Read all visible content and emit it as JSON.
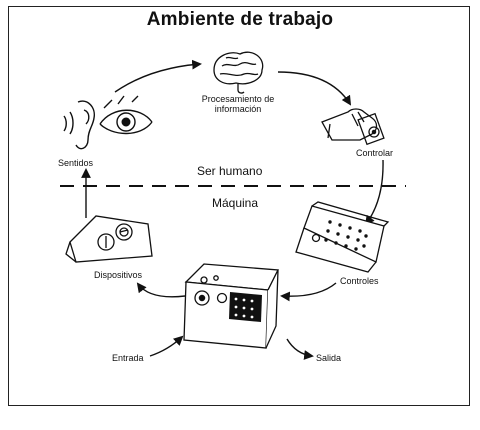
{
  "title": "Ambiente de trabajo",
  "regions": {
    "human": "Ser humano",
    "machine": "Máquina"
  },
  "nodes": {
    "senses": "Sentidos",
    "processing_line1": "Procesamiento de",
    "processing_line2": "información",
    "control": "Controlar",
    "controls": "Controles",
    "devices": "Dispositivos",
    "input": "Entrada",
    "output": "Salida"
  },
  "colors": {
    "ink": "#111111",
    "panel": "#ffffff"
  }
}
